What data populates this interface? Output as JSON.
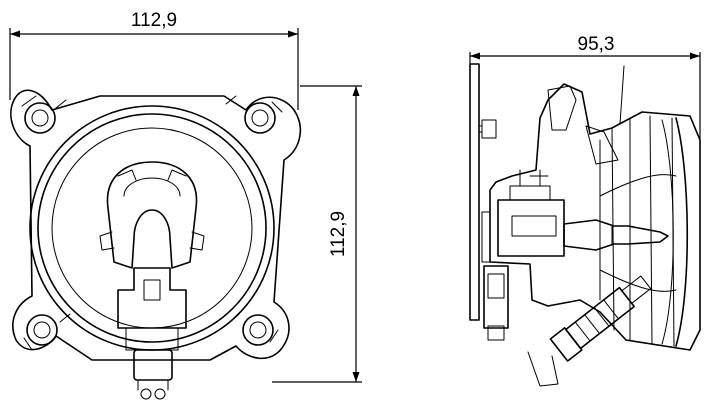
{
  "dimensions": {
    "front_width": "112,9",
    "front_height": "112,9",
    "side_depth": "95,3"
  }
}
